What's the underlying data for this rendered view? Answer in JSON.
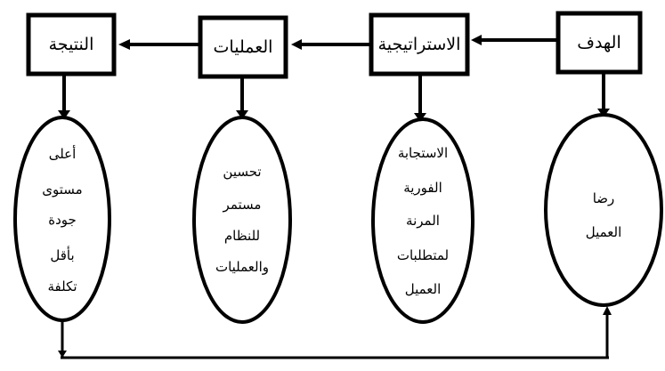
{
  "boxes": {
    "goal": "الهدف",
    "strategy": "الاستراتيجية",
    "operations": "العمليات",
    "result": "النتيجة"
  },
  "ellipses": {
    "goal": [
      "رضا",
      "العميل"
    ],
    "strategy": [
      "الاستجابة",
      "الفورية",
      "المرنة",
      "لمتطلبات",
      "العميل"
    ],
    "operations": [
      "تحسين",
      "مستمر",
      "للنظام",
      "والعمليات"
    ],
    "result": [
      "أعلى",
      "مستوى",
      "جودة",
      "بأقل",
      "تكلفة"
    ]
  }
}
